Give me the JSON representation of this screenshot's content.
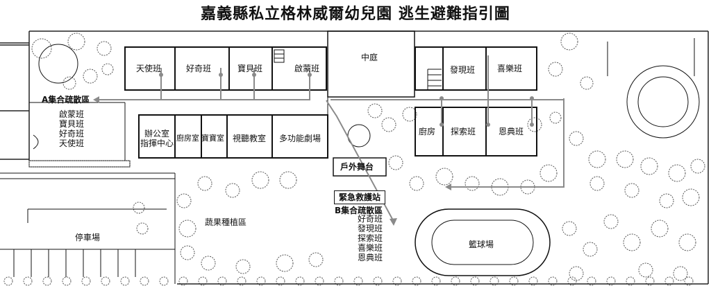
{
  "title": "嘉義縣私立格林威爾幼兒園 逃生避難指引圖",
  "rooms": {
    "angel": "天使班",
    "curious": "好奇班",
    "baby": "寶貝班",
    "enlighten": "啟蒙班",
    "courtyard": "中庭",
    "discover": "發現班",
    "joy": "喜樂班",
    "office": "辦公室\n指揮中心",
    "kitchen_small": "廚房室",
    "treasure": "寶寶室",
    "av": "視聽教室",
    "multi": "多功能劇場",
    "kitchen": "廚房",
    "explore": "探索班",
    "grace": "恩典班",
    "stage": "戶外舞台",
    "parking": "停車場",
    "garden": "蔬果種植區",
    "court": "籃球場"
  },
  "assembly_a": {
    "label": "A集合疏散區",
    "classes": [
      "啟蒙班",
      "寶貝班",
      "好奇班",
      "天使班"
    ]
  },
  "assembly_b": {
    "station": "緊急救護站",
    "label": "B集合疏散區",
    "classes": [
      "好奇班",
      "發現班",
      "探索班",
      "喜樂班",
      "恩典班"
    ]
  }
}
